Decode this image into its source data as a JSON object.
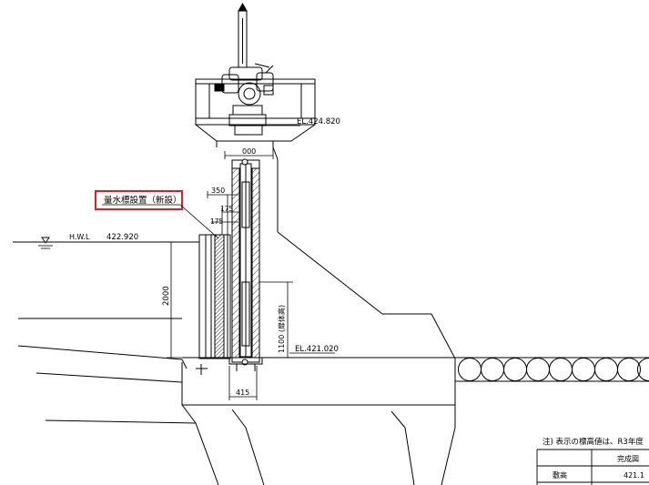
{
  "colors": {
    "line": "#000000",
    "highlight": "#d9202a",
    "background": "#ffffff"
  },
  "callout": {
    "label": "量水標設置（新設）"
  },
  "levels": {
    "hwl_label": "H.W.L",
    "hwl_value": "422.920",
    "top_el": "EL.424.820",
    "bottom_el": "EL.421.020"
  },
  "dimensions": {
    "width_top": "000",
    "offset_350": "350",
    "offset_175a": "175",
    "offset_175b": "175",
    "height_2000": "2000",
    "gate_height": "1100 (扉体高)",
    "base_width": "415"
  },
  "note": {
    "text": "注) 表示の標高値は、R3年度",
    "header_col": "完成図",
    "row_label": "敷高",
    "row_value": "421.1"
  }
}
